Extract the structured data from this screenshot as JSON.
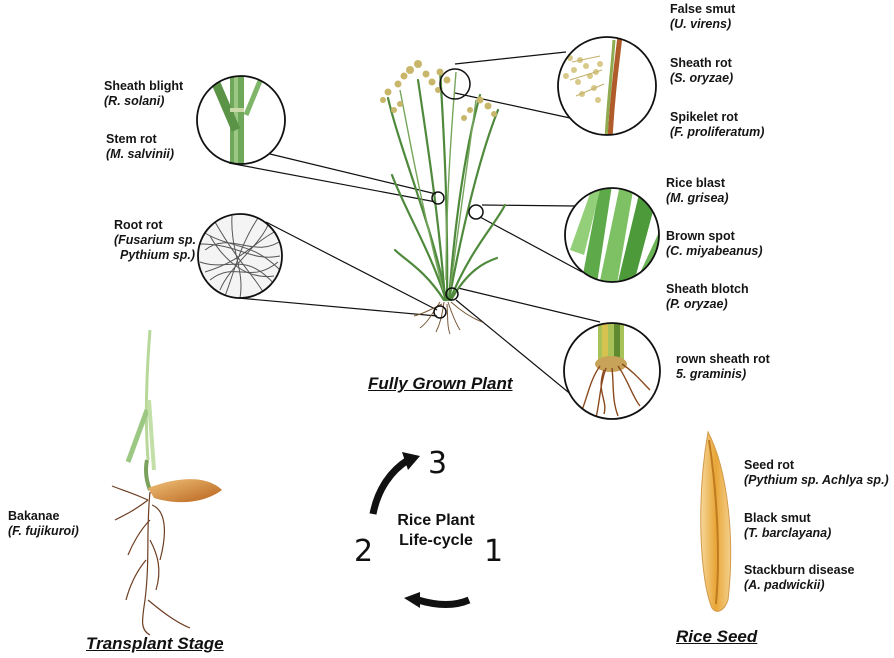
{
  "stages": {
    "fully_grown": "Fully Grown Plant",
    "transplant": "Transplant Stage",
    "seed": "Rice Seed"
  },
  "lifecycle": {
    "title_line1": "Rice Plant",
    "title_line2": "Life-cycle",
    "step1": "1",
    "step2": "2",
    "step3": "3"
  },
  "diseases": {
    "false_smut": {
      "name": "False smut",
      "pathogen": "(U. virens)"
    },
    "sheath_rot": {
      "name": "Sheath rot",
      "pathogen": "(S. oryzae)"
    },
    "spikelet_rot": {
      "name": "Spikelet rot",
      "pathogen": "(F. proliferatum)"
    },
    "sheath_blight": {
      "name": "Sheath blight",
      "pathogen": "(R. solani)"
    },
    "stem_rot": {
      "name": "Stem rot",
      "pathogen": "(M. salvinii)"
    },
    "rice_blast": {
      "name": "Rice blast",
      "pathogen": "(M. grisea)"
    },
    "brown_spot": {
      "name": "Brown spot",
      "pathogen": "(C. miyabeanus)"
    },
    "sheath_blotch": {
      "name": "Sheath blotch",
      "pathogen": "(P. oryzae)"
    },
    "root_rot": {
      "name": "Root rot",
      "pathogen_line1": "(Fusarium sp.",
      "pathogen_line2": "Pythium sp.)"
    },
    "crown_sheath_rot": {
      "name": "rown sheath rot",
      "pathogen": "5. graminis)"
    },
    "bakanae": {
      "name": "Bakanae",
      "pathogen": "(F. fujikuroi)"
    },
    "seed_rot": {
      "name": "Seed rot",
      "pathogen": "(Pythium sp. Achlya sp.)"
    },
    "black_smut": {
      "name": "Black smut",
      "pathogen": "(T. barclayana)"
    },
    "stackburn": {
      "name": "Stackburn disease",
      "pathogen": "(A. padwickii)"
    }
  }
}
